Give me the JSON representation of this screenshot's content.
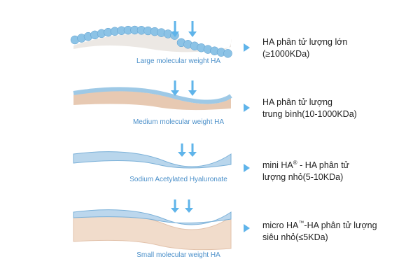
{
  "illustrations": [
    {
      "caption": "Large molecular weight HA"
    },
    {
      "caption": "Medium molecular weight HA"
    },
    {
      "caption": "Sodium Acetylated Hyaluronate"
    },
    {
      "caption": "Small molecular weight HA"
    }
  ],
  "items": [
    {
      "line1": "HA phân tử lượng lớn",
      "line2": "(≥1000KDa)"
    },
    {
      "line1": "HA phân tử lượng",
      "line2": "trung bình(10-1000KDa)"
    },
    {
      "line1a": "mini HA",
      "sup": "®",
      "line1b": " - HA phân tử",
      "line2": "lượng nhỏ(5-10KDa)"
    },
    {
      "line1a": "micro HA",
      "sup": "™",
      "line1b": "-HA phân tử lượng",
      "line2": "siêu nhỏ(≤5KDa)"
    }
  ],
  "colors": {
    "accent": "#5fb4ea",
    "caption": "#4a8fc9"
  }
}
